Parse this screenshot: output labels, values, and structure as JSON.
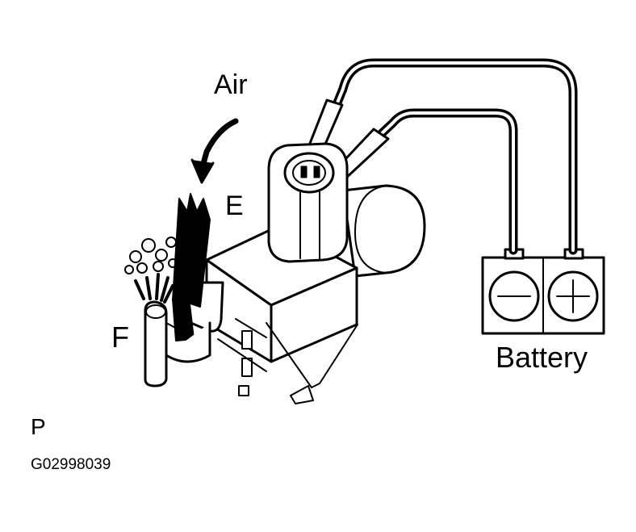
{
  "labels": {
    "air": "Air",
    "port_e": "E",
    "port_f": "F",
    "battery": "Battery",
    "view": "P",
    "figure_code": "G02998039"
  },
  "colors": {
    "line": "#000000",
    "background": "#ffffff"
  },
  "icons": {
    "air_arrow": "curved-arrow-icon",
    "negative_terminal": "minus-circle-icon",
    "positive_terminal": "plus-circle-icon"
  }
}
